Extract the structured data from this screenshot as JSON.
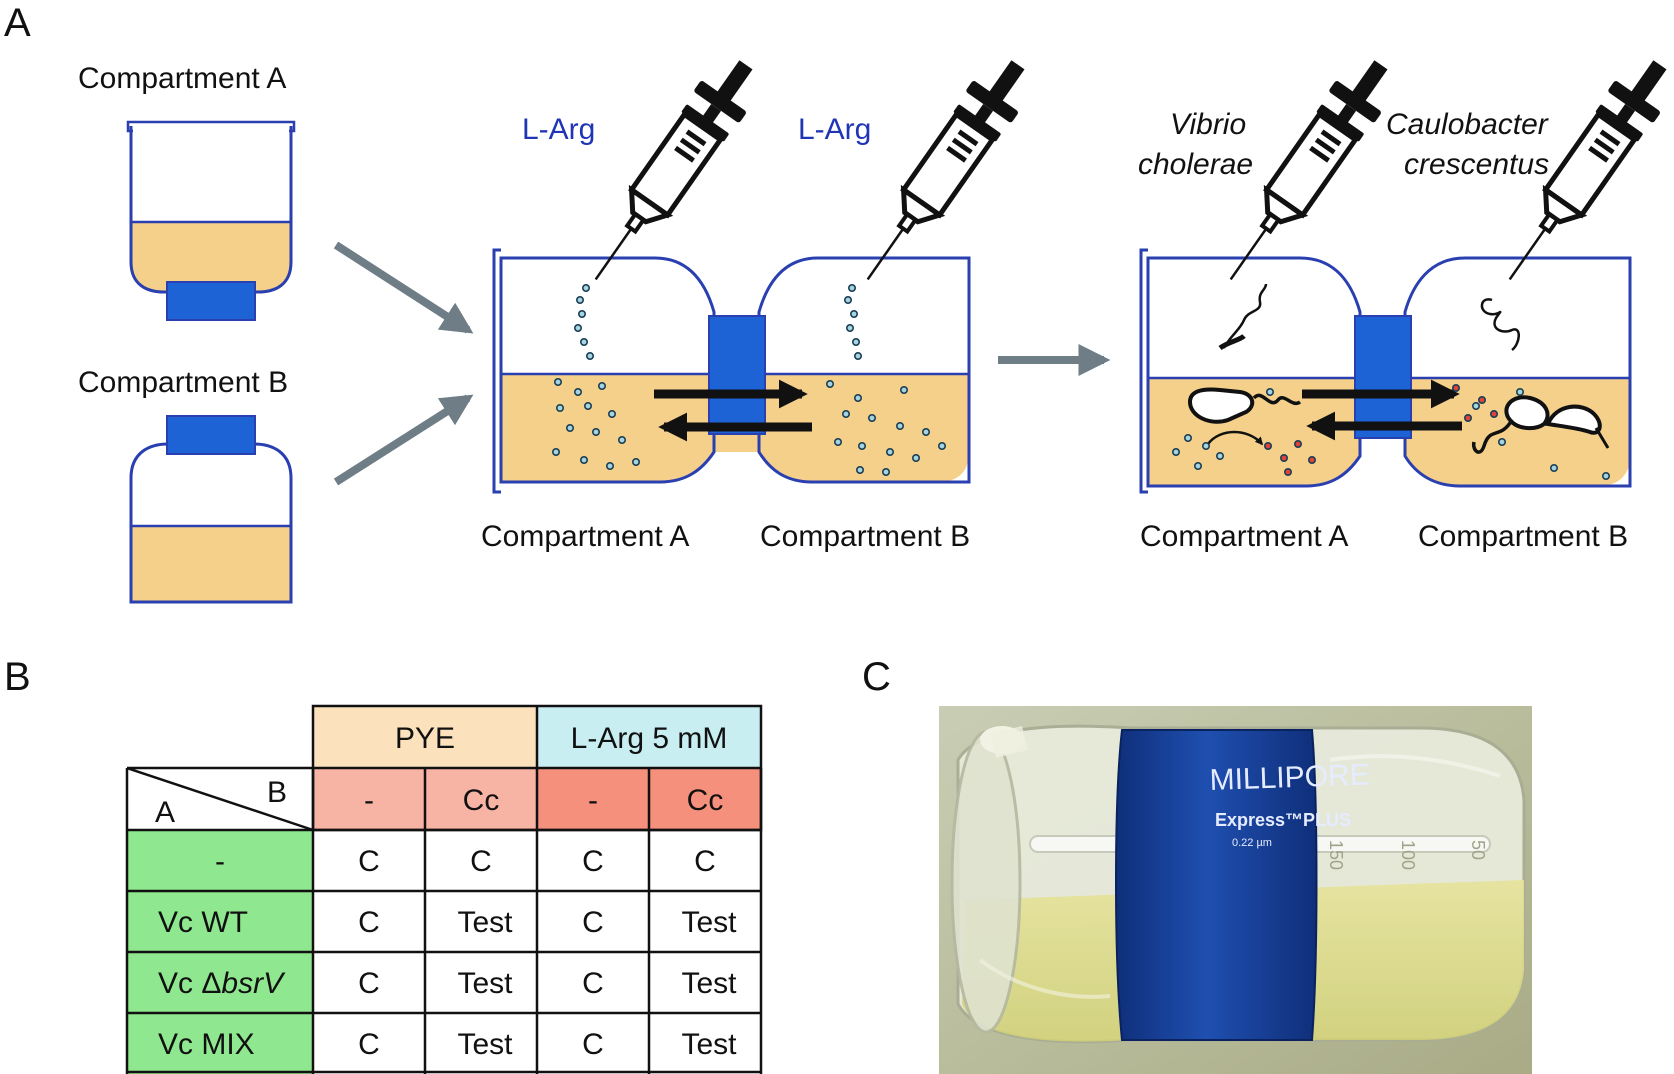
{
  "panel_a": {
    "letter": "A",
    "separate_label_a": "Compartment A",
    "separate_label_b": "Compartment B",
    "mid_label_a": "Compartment A",
    "mid_label_b": "Compartment B",
    "right_label_a": "Compartment A",
    "right_label_b": "Compartment B",
    "syringe_left_label": "L-Arg",
    "syringe_right_label": "L-Arg",
    "vibrio_line1": "Vibrio",
    "vibrio_line2": "cholerae",
    "caulo_line1": "Caulobacter",
    "caulo_line2": "crescentus"
  },
  "panel_b": {
    "letter": "B",
    "corner_a": "A",
    "corner_b": "B",
    "group_pye": "PYE",
    "group_larg": "L-Arg 5 mM",
    "sub_headers": [
      "-",
      "Cc",
      "-",
      "Cc"
    ],
    "rows": [
      {
        "label_pre": "-",
        "label_em": "",
        "cells": [
          "C",
          "C",
          "C",
          "C"
        ]
      },
      {
        "label_pre": "Vc WT",
        "label_em": "",
        "cells": [
          "C",
          "Test",
          "C",
          "Test"
        ]
      },
      {
        "label_pre": "Vc Δ",
        "label_em": "bsrV",
        "cells": [
          "C",
          "Test",
          "C",
          "Test"
        ]
      },
      {
        "label_pre": "Vc MIX",
        "label_em": "",
        "cells": [
          "C",
          "Test",
          "C",
          "Test"
        ]
      }
    ]
  },
  "panel_c": {
    "letter": "C",
    "band_brand": "MILLIPORE",
    "band_product": "Express™PLUS",
    "band_pore": "0.22 µm",
    "scale_marks": [
      "150",
      "100",
      "50"
    ]
  },
  "colors": {
    "medium": "#f4d08a",
    "filter": "#1e63d6",
    "outline": "#2a3fb0",
    "arrow": "#6f7d86",
    "pye_header": "#fbe2bd",
    "larg_header": "#c8eef2",
    "sub_pye": "#f7b3a4",
    "sub_larg": "#f5907c",
    "row_label": "#8fe88f"
  }
}
